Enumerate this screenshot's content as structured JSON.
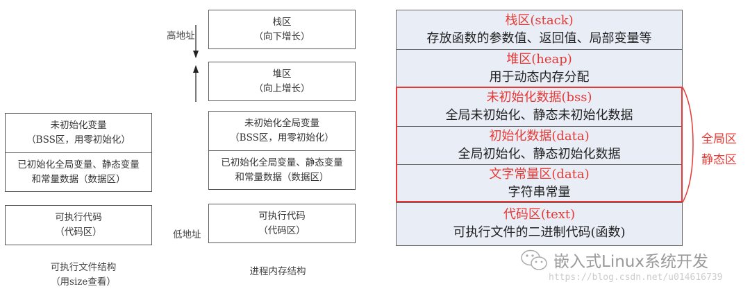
{
  "exe_structure": {
    "bss": [
      "未初始化变量",
      "（BSS区，用零初始化）"
    ],
    "data": [
      "已初始化全局变量、静态变量",
      "和常量数据（数据区）"
    ],
    "code": [
      "可执行代码",
      "（代码区）"
    ],
    "caption": [
      "可执行文件结构",
      "（用size查看）"
    ]
  },
  "process_structure": {
    "stack": [
      "栈区",
      "（向下增长）"
    ],
    "heap": [
      "堆区",
      "（向上增长）"
    ],
    "bss": [
      "未初始化全局变量",
      "（BSS区，用零初始化）"
    ],
    "data": [
      "已初始化全局变量、静态变量",
      "和常量数据（数据区）"
    ],
    "code": [
      "可执行代码",
      "（代码区）"
    ],
    "caption": "进程内存结构",
    "high_address": "高地址",
    "low_address": "低地址"
  },
  "memory_layout": {
    "rows": [
      {
        "title": "栈区(stack)",
        "desc": "存放函数的参数值、返回值、局部变量等"
      },
      {
        "title": "堆区(heap)",
        "desc": "用于动态内存分配"
      },
      {
        "title": "未初始化数据(bss)",
        "desc": "全局未初始化、静态未初始化数据"
      },
      {
        "title": "初始化数据(data)",
        "desc": "全局初始化、静态初始化数据"
      },
      {
        "title": "文字常量区(data)",
        "desc": "字符串常量"
      },
      {
        "title": "代码区(text)",
        "desc": "可执行文件的二进制代码(函数)"
      }
    ],
    "group_label": [
      "全局区",
      "静态区"
    ],
    "accent": "#e53935",
    "fill": "#e8edf6"
  },
  "watermark": {
    "brand": "嵌入式Linux系统开发",
    "url": "https://blog.csdn.net/u014616739"
  }
}
